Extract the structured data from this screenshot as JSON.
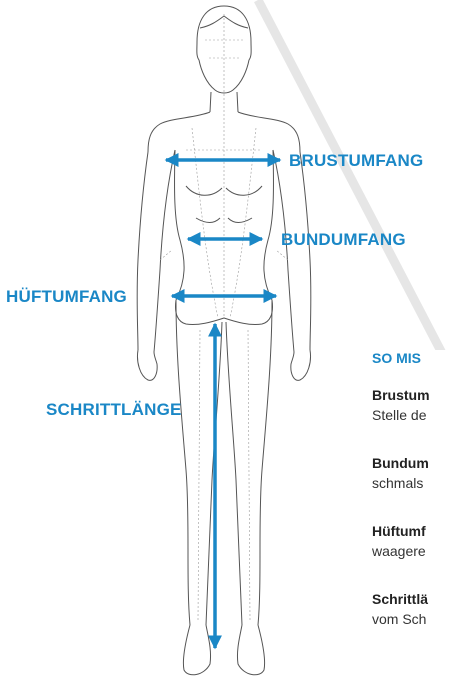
{
  "labels": {
    "brust": "BRUSTUMFANG",
    "bund": "BUNDUMFANG",
    "hueft": "HÜFTUMFANG",
    "schritt": "SCHRITTLÄNGE"
  },
  "instructions": {
    "heading": "SO MIS",
    "items": [
      {
        "term": "Brustum",
        "text": "Stelle de"
      },
      {
        "term": "Bundum",
        "text": "schmals"
      },
      {
        "term": "Hüftumf",
        "text": "waagere"
      },
      {
        "term": "Schrittlä",
        "text": "vom Sch"
      }
    ]
  },
  "colors": {
    "accent": "#1a87c6",
    "outline": "#555555",
    "guide": "#9a9a9a",
    "diagonal": "#e6e6e6"
  }
}
